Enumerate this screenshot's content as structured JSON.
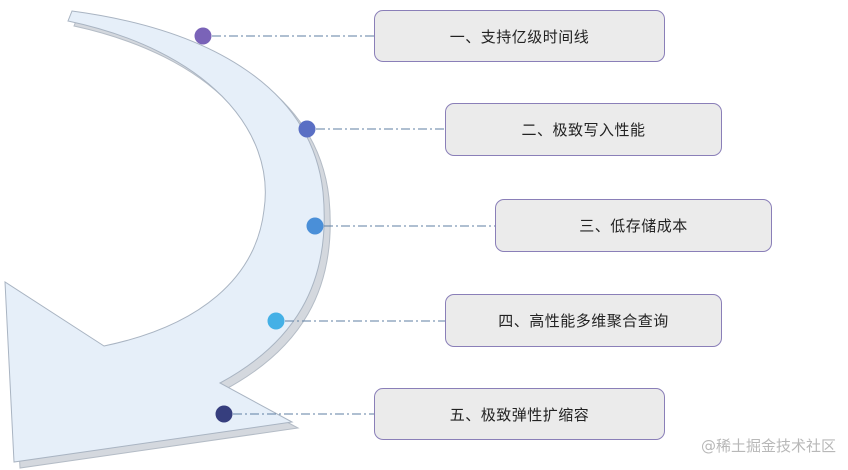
{
  "features": [
    {
      "label": "一、支持亿级时间线",
      "dot_color": "#7a63b8"
    },
    {
      "label": "二、极致写入性能",
      "dot_color": "#5a6fc4"
    },
    {
      "label": "三、低存储成本",
      "dot_color": "#4a8fd8"
    },
    {
      "label": "四、高性能多维聚合查询",
      "dot_color": "#44b0e6"
    },
    {
      "label": "五、极致弹性扩缩容",
      "dot_color": "#363e7e"
    }
  ],
  "watermark": "@稀土掘金技术社区",
  "colors": {
    "arrow_fill": "#e6eff9",
    "arrow_stroke": "#a9b4c2",
    "arrow_shadow": "#d4d8de",
    "connector": "#5f7fa3",
    "box_fill": "#ebebeb",
    "box_border": "#8a7fb8"
  }
}
